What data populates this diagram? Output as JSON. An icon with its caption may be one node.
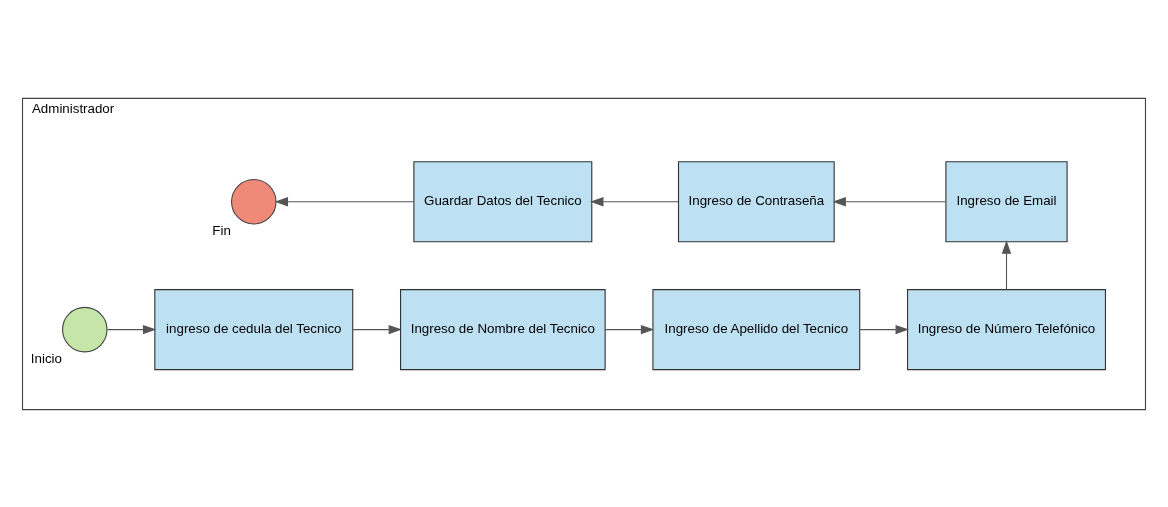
{
  "diagram": {
    "nodes": [
      {
        "text": [
          "Administrador"
        ]
      },
      {
        "text": [],
        "shape": "circle",
        "beside": [
          "Inicio"
        ],
        "in": 0
      },
      {
        "text": [
          "ingreso de cedula del Tecnico"
        ],
        "in": 0
      },
      {
        "text": [
          "Ingreso de Nombre del Tecnico"
        ],
        "in": 0
      },
      {
        "text": [
          "Ingreso de Apellido del Tecnico"
        ],
        "in": 0
      },
      {
        "text": [
          "Ingreso de Número Telefónico"
        ],
        "in": 0
      },
      {
        "text": [
          "Ingreso de Email"
        ],
        "in": 0
      },
      {
        "text": [
          "Ingreso de Contraseña"
        ],
        "in": 0
      },
      {
        "text": [
          "Guardar Datos del Tecnico"
        ],
        "in": 0
      },
      {
        "text": [],
        "shape": "circle",
        "beside": [
          "Fin"
        ],
        "in": 0
      }
    ],
    "edges": [
      {
        "from": 1,
        "to": 2,
        "arrow": "to"
      },
      {
        "from": 2,
        "to": 3,
        "arrow": "to"
      },
      {
        "from": 3,
        "to": 4,
        "arrow": "to"
      },
      {
        "from": 4,
        "to": 5,
        "arrow": "to"
      },
      {
        "from": 5,
        "to": 6,
        "arrow": "to"
      },
      {
        "from": 6,
        "to": 7,
        "arrow": "to"
      },
      {
        "from": 7,
        "to": 8,
        "arrow": "to"
      },
      {
        "from": 8,
        "to": 9,
        "arrow": "to"
      }
    ]
  }
}
